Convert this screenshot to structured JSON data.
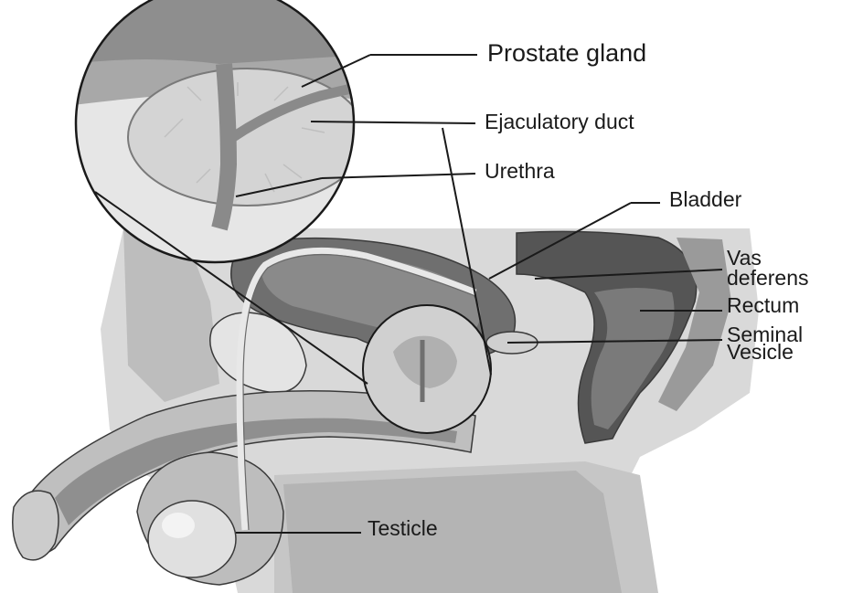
{
  "labels": {
    "prostate_gland": "Prostate gland",
    "ejaculatory_duct": "Ejaculatory duct",
    "urethra": "Urethra",
    "bladder": "Bladder",
    "vas_deferens_line1": "Vas",
    "vas_deferens_line2": "deferens",
    "rectum": "Rectum",
    "seminal_vesicle_line1": "Seminal",
    "seminal_vesicle_line2": "Vesicle",
    "testicle": "Testicle"
  },
  "colors": {
    "background": "#ffffff",
    "tissue_light": "#d9d9d9",
    "tissue_mid": "#a9a9a9",
    "tissue_dark": "#6f6f6f",
    "label_text": "#1a1a1a"
  }
}
